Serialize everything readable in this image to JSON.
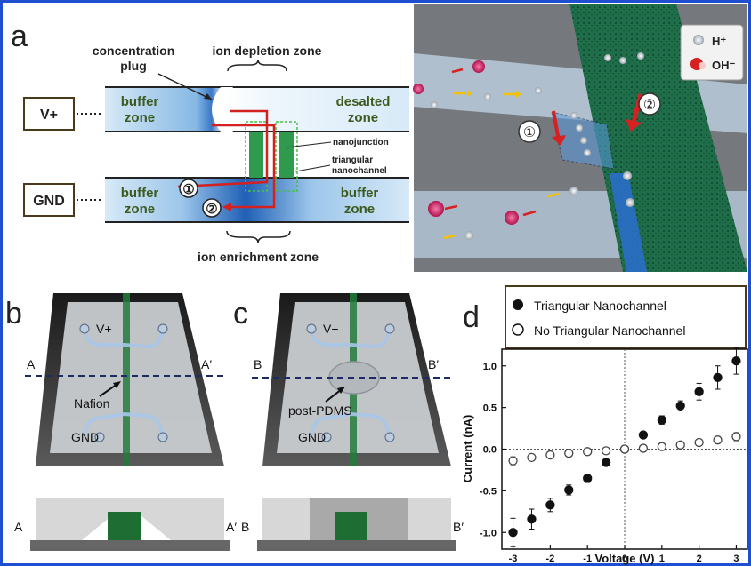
{
  "panel_a": {
    "letter": "a",
    "concentration_plug": [
      "concentration",
      "plug"
    ],
    "ion_depletion_zone": "ion depletion zone",
    "ion_enrichment_zone": "ion enrichment zone",
    "v_plus": "V+",
    "gnd": "GND",
    "buffer_zone": [
      "buffer",
      "zone"
    ],
    "desalted_zone": [
      "desalted",
      "zone"
    ],
    "nanojunction": "nanojunction",
    "triangular_nanochannel": [
      "triangular",
      "nanochannel"
    ],
    "path1": "①",
    "path2": "②",
    "legend_h": "H⁺",
    "legend_oh": "OH⁻",
    "colors": {
      "channel": "#bcd9f0",
      "nanojunction": "#2f9a4e",
      "arrow": "#d32020",
      "text_green": "#3c5a1e"
    }
  },
  "panel_b": {
    "letter": "b",
    "v_plus": "V+",
    "gnd": "GND",
    "nafion": "Nafion",
    "section_left": "A",
    "section_right": "A′"
  },
  "panel_c": {
    "letter": "c",
    "v_plus": "V+",
    "gnd": "GND",
    "post_pdms": "post-PDMS",
    "section_left": "B",
    "section_right": "B′"
  },
  "panel_d": {
    "letter": "d"
  },
  "chart_data": {
    "type": "scatter",
    "xlabel": "Voltage (V)",
    "ylabel": "Current (nA)",
    "xlim": [
      -3.3,
      3.3
    ],
    "ylim": [
      -1.2,
      1.2
    ],
    "xticks": [
      -3,
      -2,
      -1,
      0,
      1,
      2,
      3
    ],
    "xtick_labels": [
      "-3",
      "-2",
      "-1",
      "0",
      "1",
      "2",
      "3"
    ],
    "yticks": [
      -1.0,
      -0.5,
      0.0,
      0.5,
      1.0
    ],
    "ytick_labels": [
      "-1.0",
      "-0.5",
      "0.0",
      "0.5",
      "1.0"
    ],
    "legend_position": "top",
    "x": [
      -3,
      -2.5,
      -2,
      -1.5,
      -1,
      -0.5,
      0,
      0.5,
      1,
      1.5,
      2,
      2.5,
      3
    ],
    "series": [
      {
        "name": "Triangular Nanochannel",
        "marker": "filled-circle",
        "values": [
          -1.0,
          -0.84,
          -0.67,
          -0.49,
          -0.35,
          -0.16,
          0.0,
          0.17,
          0.35,
          0.52,
          0.69,
          0.86,
          1.06
        ],
        "errors": [
          0.17,
          0.12,
          0.08,
          0.06,
          0.05,
          0.03,
          0.01,
          0.03,
          0.05,
          0.06,
          0.1,
          0.14,
          0.16
        ]
      },
      {
        "name": "No Triangular Nanochannel",
        "marker": "open-circle",
        "values": [
          -0.14,
          -0.1,
          -0.07,
          -0.05,
          -0.03,
          -0.02,
          0.0,
          0.01,
          0.03,
          0.05,
          0.08,
          0.11,
          0.15
        ],
        "errors": [
          0.05,
          0.04,
          0.03,
          0.02,
          0.02,
          0.01,
          0.01,
          0.01,
          0.02,
          0.02,
          0.03,
          0.04,
          0.05
        ]
      }
    ]
  }
}
